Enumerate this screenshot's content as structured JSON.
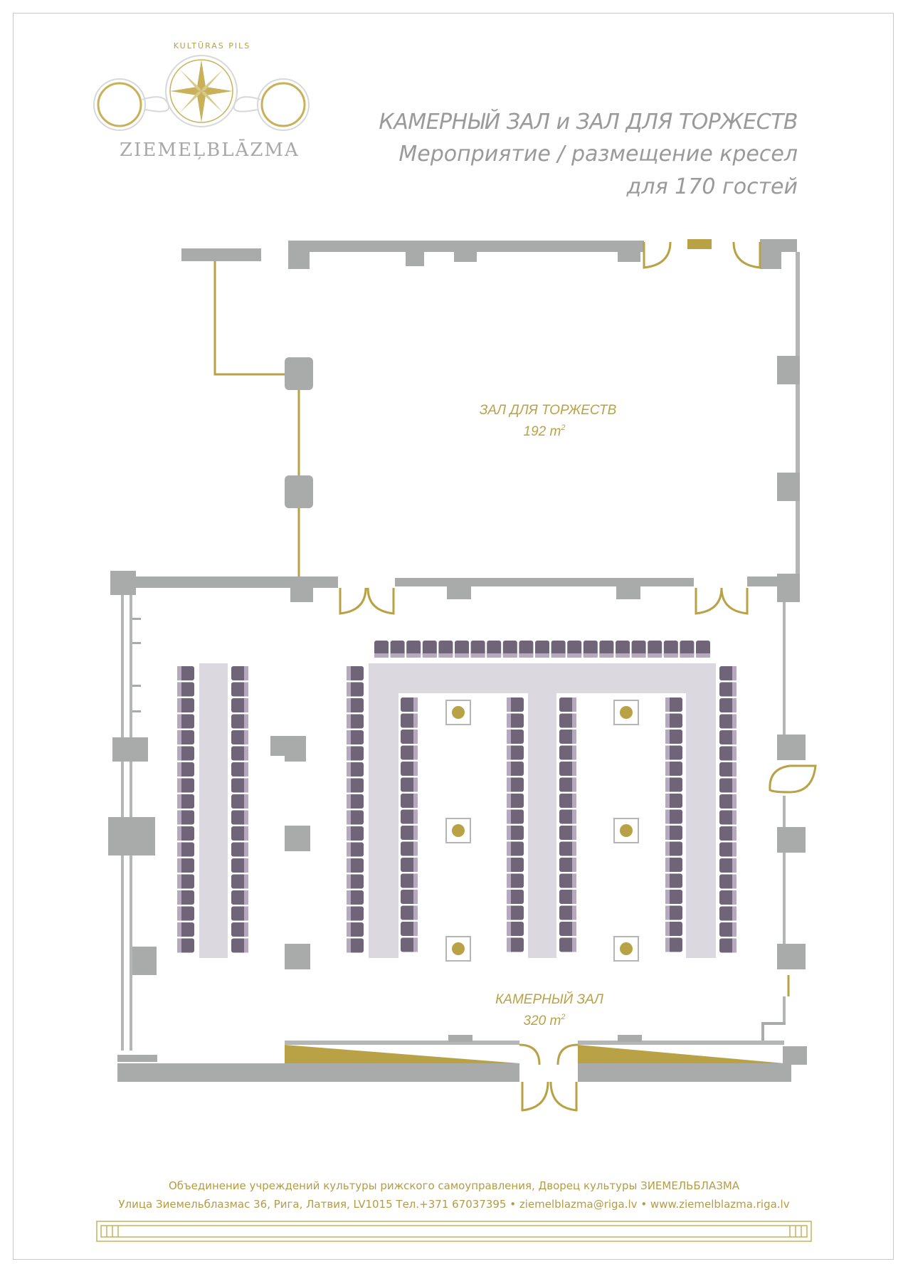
{
  "brand": {
    "arc_text": "KULTŪRAS PILS",
    "name": "ZIEMEĻBLĀZMA"
  },
  "title": {
    "line1": "КАМЕРНЫЙ ЗАЛ и ЗАЛ ДЛЯ ТОРЖЕСТВ",
    "line2": "Мероприятие / размещение кресел",
    "line3": "для 170 гостей"
  },
  "rooms": {
    "upper": {
      "name": "ЗАЛ ДЛЯ ТОРЖЕСТВ",
      "area": "192 m",
      "area_sup": "2"
    },
    "lower": {
      "name": "КАМЕРНЫЙ ЗАЛ",
      "area": "320 m",
      "area_sup": "2"
    }
  },
  "footer": {
    "line1": "Объединение учреждений культуры рижского самоуправления, Дворец культуры ЗИЕМЕЛЬБЛАЗМА",
    "line2": "Улица Зиемельблазмас 36, Рига, Латвия, LV1015 Тел.+371 67037395 • ziemelblazma@riga.lv • www.ziemelblazma.riga.lv"
  },
  "colors": {
    "wall": "#a9abaa",
    "gold": "#b9a246",
    "chair_dark": "#6f6478",
    "chair_light": "#b6a9be",
    "table": "#dcd8df",
    "text": "#9a9a9a"
  },
  "layout": {
    "guests": 170
  }
}
